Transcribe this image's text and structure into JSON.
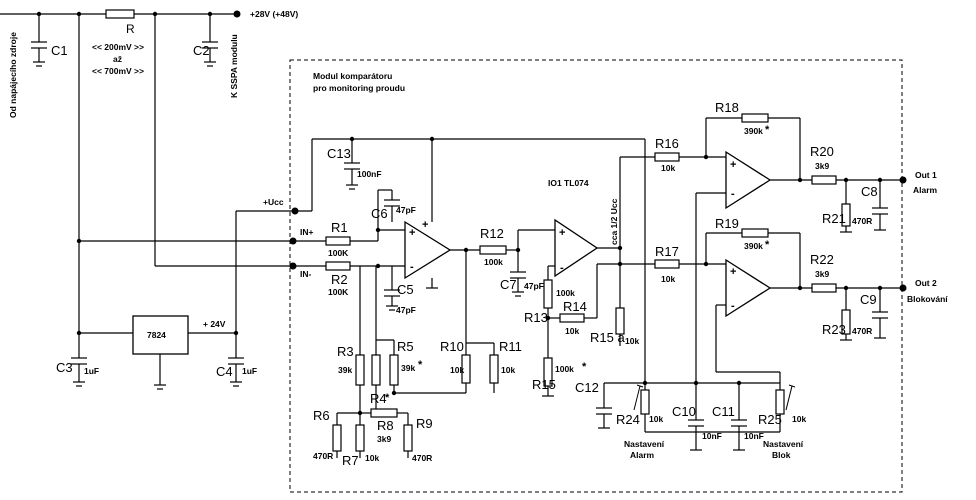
{
  "rails": {
    "supply_left": "Od napájecího zdroje",
    "supply_right": "K SSPA modulu",
    "supply_voltage": "+28V  (+48V)"
  },
  "sense": {
    "name": "R",
    "range_top": "<< 200mV >>",
    "range_mid": "až",
    "range_bottom": "<< 700mV >>"
  },
  "module": {
    "title_line1": "Modul komparátoru",
    "title_line2": "pro monitoring proudu"
  },
  "ic": {
    "name": "IO1 TL074"
  },
  "ref": {
    "label": "cca 1/2 Ucc"
  },
  "reg": {
    "name": "7824",
    "out": "+ 24V"
  },
  "ucc": {
    "label": "+Ucc"
  },
  "inputs": {
    "plus": "IN+",
    "minus": "IN-"
  },
  "outputs": {
    "out1_line1": "Out 1",
    "out1_line2": "Alarm",
    "out2_line1": "Out 2",
    "out2_line2": "Blokování"
  },
  "pots": {
    "alarm_line1": "Nastavení",
    "alarm_line2": "Alarm",
    "blok_line1": "Nastavení",
    "blok_line2": "Blok"
  },
  "components": {
    "C1": {
      "name": "C1"
    },
    "C2": {
      "name": "C2"
    },
    "C3": {
      "name": "C3",
      "value": "1uF"
    },
    "C4": {
      "name": "C4",
      "value": "1uF"
    },
    "C5": {
      "name": "C5",
      "value": "47pF"
    },
    "C6": {
      "name": "C6",
      "value": "47pF"
    },
    "C7": {
      "name": "C7",
      "value": "47pF"
    },
    "C8": {
      "name": "C8"
    },
    "C9": {
      "name": "C9"
    },
    "C10": {
      "name": "C10",
      "value": "10nF"
    },
    "C11": {
      "name": "C11",
      "value": "10nF"
    },
    "C12": {
      "name": "C12"
    },
    "C13": {
      "name": "C13",
      "value": "100nF"
    },
    "R1": {
      "name": "R1",
      "value": "100K"
    },
    "R2": {
      "name": "R2",
      "value": "100K"
    },
    "R3": {
      "name": "R3",
      "value": "39k"
    },
    "R4": {
      "name": "R4",
      "mark": "*"
    },
    "R5": {
      "name": "R5",
      "value": "39k",
      "mark": "*"
    },
    "R6": {
      "name": "R6",
      "value": "470R"
    },
    "R7": {
      "name": "R7",
      "value": "10k"
    },
    "R8": {
      "name": "R8",
      "value": "3k9"
    },
    "R9": {
      "name": "R9",
      "value": "470R"
    },
    "R10": {
      "name": "R10",
      "value": "10k"
    },
    "R11": {
      "name": "R11",
      "value": "10k"
    },
    "R12": {
      "name": "R12",
      "value": "100k"
    },
    "R13": {
      "name": "R13",
      "value": "100k"
    },
    "R14": {
      "name": "R14",
      "value": "10k"
    },
    "R15": {
      "name": "R15",
      "value": "100k",
      "mark": "*"
    },
    "R15a": {
      "name": "R15 a",
      "value": "10k"
    },
    "R16": {
      "name": "R16",
      "value": "10k"
    },
    "R17": {
      "name": "R17",
      "value": "10k"
    },
    "R18": {
      "name": "R18",
      "value": "390k",
      "mark": "*"
    },
    "R19": {
      "name": "R19",
      "value": "390k",
      "mark": "*"
    },
    "R20": {
      "name": "R20",
      "value": "3k9"
    },
    "R21": {
      "name": "R21",
      "value": "470R"
    },
    "R22": {
      "name": "R22",
      "value": "3k9"
    },
    "R23": {
      "name": "R23",
      "value": "470R"
    },
    "R24": {
      "name": "R24",
      "value": "10k"
    },
    "R25": {
      "name": "R25",
      "value": "10k"
    }
  }
}
